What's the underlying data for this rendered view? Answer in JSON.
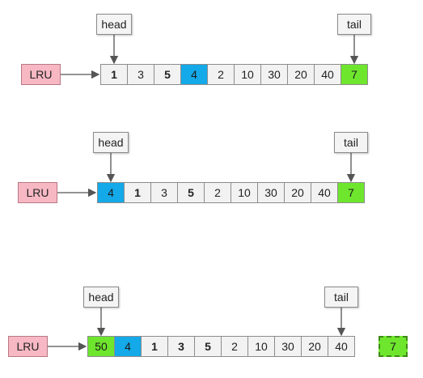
{
  "rows": [
    {
      "lru": "LRU",
      "head": "head",
      "tail": "tail",
      "cells": [
        {
          "v": "1",
          "s": "bold"
        },
        {
          "v": "3",
          "s": "normal"
        },
        {
          "v": "5",
          "s": "bold"
        },
        {
          "v": "4",
          "s": "blue"
        },
        {
          "v": "2",
          "s": "normal"
        },
        {
          "v": "10",
          "s": "normal"
        },
        {
          "v": "30",
          "s": "normal"
        },
        {
          "v": "20",
          "s": "normal"
        },
        {
          "v": "40",
          "s": "normal"
        },
        {
          "v": "7",
          "s": "green"
        }
      ]
    },
    {
      "lru": "LRU",
      "head": "head",
      "tail": "tail",
      "cells": [
        {
          "v": "4",
          "s": "blue"
        },
        {
          "v": "1",
          "s": "bold"
        },
        {
          "v": "3",
          "s": "normal"
        },
        {
          "v": "5",
          "s": "bold"
        },
        {
          "v": "2",
          "s": "normal"
        },
        {
          "v": "10",
          "s": "normal"
        },
        {
          "v": "30",
          "s": "normal"
        },
        {
          "v": "20",
          "s": "normal"
        },
        {
          "v": "40",
          "s": "normal"
        },
        {
          "v": "7",
          "s": "green"
        }
      ]
    },
    {
      "lru": "LRU",
      "head": "head",
      "tail": "tail",
      "cells": [
        {
          "v": "50",
          "s": "green"
        },
        {
          "v": "4",
          "s": "blue"
        },
        {
          "v": "1",
          "s": "bold"
        },
        {
          "v": "3",
          "s": "bold"
        },
        {
          "v": "5",
          "s": "bold"
        },
        {
          "v": "2",
          "s": "normal"
        },
        {
          "v": "10",
          "s": "normal"
        },
        {
          "v": "30",
          "s": "normal"
        },
        {
          "v": "20",
          "s": "normal"
        },
        {
          "v": "40",
          "s": "normal"
        }
      ],
      "evicted": "7"
    }
  ]
}
